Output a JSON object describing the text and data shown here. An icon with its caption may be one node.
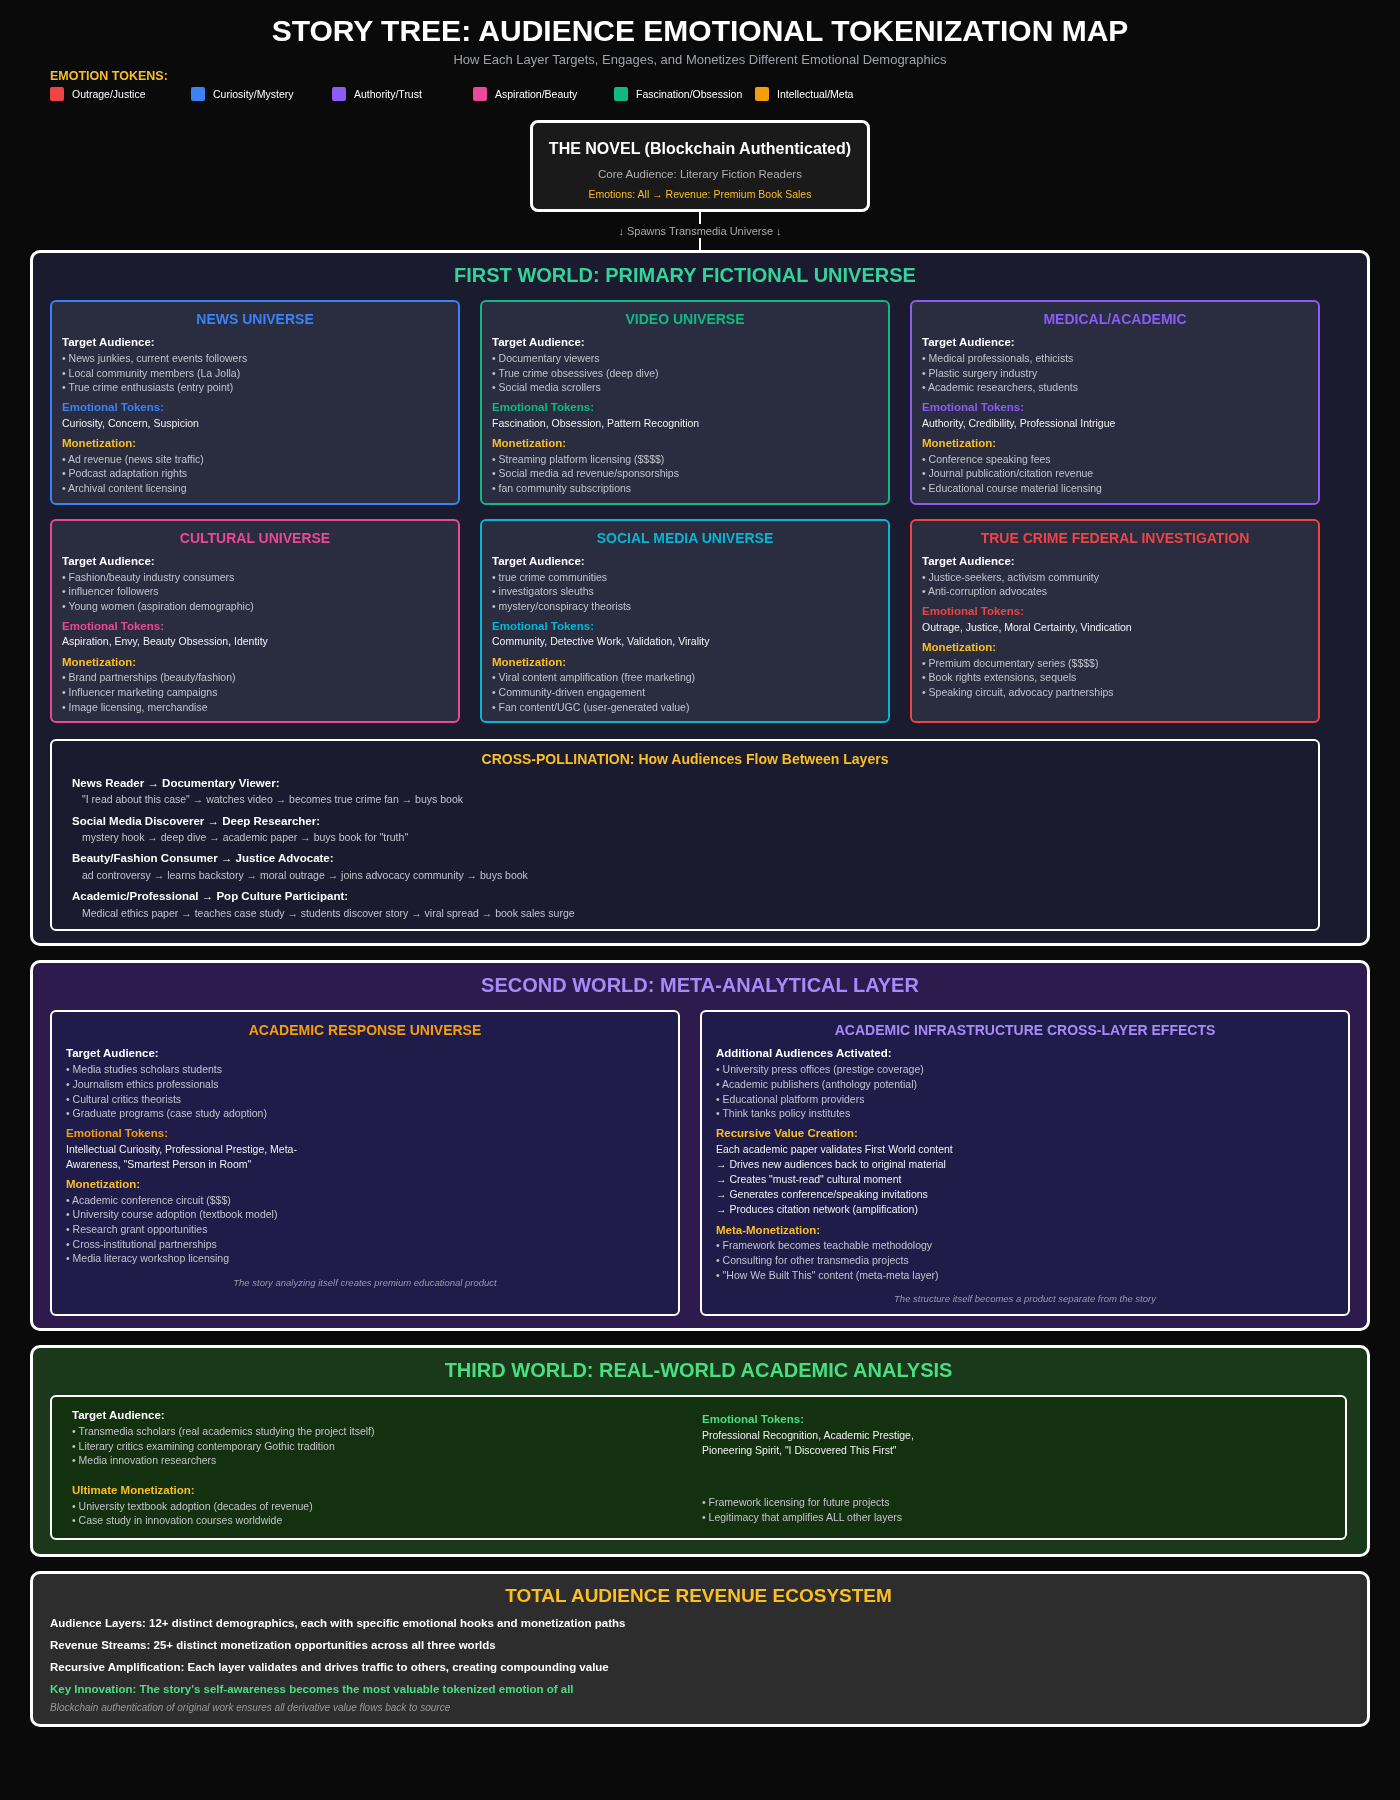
{
  "diagram": {
    "title": "STORY TREE: AUDIENCE EMOTIONAL TOKENIZATION MAP",
    "nodes": [
      {
        "text": [
          "THE NOVEL (Blockchain Authenticated)",
          "Core Audience: Literary Fiction Readers",
          "Emotions: All → Revenue: Premium Book Sales"
        ]
      },
      {
        "text": [
          "FIRST WORLD: PRIMARY FICTIONAL UNIVERSE"
        ]
      },
      {
        "text": [
          "NEWS UNIVERSE",
          "Target Audience:",
          "• News junkies, current events followers",
          "• Local community members (La Jolla)",
          "• True crime enthusiasts (entry point)",
          "Emotional Tokens:",
          "Curiosity, Concern, Suspicion",
          "Monetization:",
          "• Ad revenue (news site traffic)",
          "• Podcast adaptation rights",
          "• Archival content licensing"
        ],
        "in": 1
      },
      {
        "text": [
          "VIDEO UNIVERSE",
          "Target Audience:",
          "• Documentary viewers",
          "• True crime obsessives (deep dive)",
          "• Social media scrollers",
          "Emotional Tokens:",
          "Fascination, Obsession, Pattern Recognition",
          "Monetization:",
          "• Streaming platform licensing ($$$$)",
          "• Social media ad revenue/sponsorships",
          "• fan community subscriptions"
        ],
        "in": 1
      },
      {
        "text": [
          "MEDICAL/ACADEMIC",
          "Target Audience:",
          "• Medical professionals, ethicists",
          "• Plastic surgery industry",
          "• Academic researchers, students",
          "Emotional Tokens:",
          "Authority, Credibility, Professional Intrigue",
          "Monetization:",
          "• Conference speaking fees",
          "• Journal publication/citation revenue",
          "• Educational course material licensing"
        ],
        "in": 1
      },
      {
        "text": [
          "CULTURAL UNIVERSE",
          "Target Audience:",
          "• Fashion/beauty industry consumers",
          "• influencer followers",
          "• Young women (aspiration demographic)",
          "Emotional Tokens:",
          "Aspiration, Envy, Beauty Obsession, Identity",
          "Monetization:",
          "• Brand partnerships (beauty/fashion)",
          "• Influencer marketing campaigns",
          "• Image licensing, merchandise"
        ],
        "in": 1
      },
      {
        "text": [
          "SOCIAL MEDIA UNIVERSE",
          "Target Audience:",
          "• true crime communities",
          "• investigators sleuths",
          "• mystery/conspiracy theorists",
          "Emotional Tokens:",
          "Community, Detective Work, Validation, Virality",
          "Monetization:",
          "• Viral content amplification (free marketing)",
          "• Community-driven engagement",
          "• Fan content/UGC (user-generated value)"
        ],
        "in": 1
      },
      {
        "text": [
          "TRUE CRIME FEDERAL INVESTIGATION",
          "Target Audience:",
          "• Justice-seekers, activism community",
          "• Anti-corruption advocates",
          "Emotional Tokens:",
          "Outrage, Justice, Moral Certainty, Vindication",
          "Monetization:",
          "• Premium documentary series ($$$$)",
          "• Book rights extensions, sequels",
          "• Speaking circuit, advocacy partnerships"
        ],
        "in": 1
      },
      {
        "text": [
          "CROSS-POLLINATION: How Audiences Flow Between Layers",
          "News Reader → Documentary Viewer:",
          "\"I read about this case\" → watches video → becomes true crime fan → buys book",
          "Social Media Discoverer → Deep Researcher:",
          "mystery hook → deep dive → academic paper → buys book for \"truth\"",
          "Beauty/Fashion Consumer → Justice Advocate:",
          "ad controversy → learns backstory → moral outrage → joins advocacy community → buys book",
          "Academic/Professional → Pop Culture Participant:",
          "Medical ethics paper → teaches case study → students discover story → viral spread → book sales surge"
        ],
        "in": 1
      },
      {
        "text": [
          "SECOND WORLD: META-ANALYTICAL LAYER"
        ]
      },
      {
        "text": [
          "ACADEMIC RESPONSE UNIVERSE",
          "Target Audience:",
          "• Media studies scholars students",
          "• Journalism ethics professionals",
          "• Cultural critics theorists",
          "• Graduate programs (case study adoption)",
          "Emotional Tokens:",
          "Intellectual Curiosity, Professional Prestige, Meta-Awareness, \"Smartest Person in Room\"",
          "Monetization:",
          "• Academic conference circuit ($$$)",
          "• University course adoption (textbook model)",
          "• Research grant opportunities",
          "• Cross-institutional partnerships",
          "• Media literacy workshop licensing",
          "The story analyzing itself creates premium educational product"
        ],
        "in": 9
      },
      {
        "text": [
          "ACADEMIC INFRASTRUCTURE CROSS-LAYER EFFECTS",
          "Additional Audiences Activated:",
          "• University press offices (prestige coverage)",
          "• Academic publishers (anthology potential)",
          "• Educational platform providers",
          "• Think tanks policy institutes",
          "Recursive Value Creation:",
          "Each academic paper validates First World content",
          "→ Drives new audiences back to original material",
          "→ Creates \"must-read\" cultural moment",
          "→ Generates conference/speaking invitations",
          "→ Produces citation network (amplification)",
          "Meta-Monetization:",
          "• Framework becomes teachable methodology",
          "• Consulting for other transmedia projects",
          "• \"How We Built This\" content (meta-meta layer)",
          "The structure itself becomes a product separate from the story"
        ],
        "in": 9
      },
      {
        "text": [
          "THIRD WORLD: REAL-WORLD ACADEMIC ANALYSIS"
        ]
      },
      {
        "text": [
          "Target Audience:",
          "• Transmedia scholars (real academics studying the project itself)",
          "• Literary critics examining contemporary Gothic tradition",
          "• Media innovation researchers",
          "Emotional Tokens:",
          "Professional Recognition, Academic Prestige, Pioneering Spirit, \"I Discovered This First\"",
          "Ultimate Monetization:",
          "• University textbook adoption (decades of revenue)",
          "• Case study in innovation courses worldwide",
          "• Framework licensing for future projects",
          "• Legitimacy that amplifies ALL other layers"
        ],
        "in": 12
      },
      {
        "text": [
          "TOTAL AUDIENCE REVENUE ECOSYSTEM",
          "Audience Layers: 12+ distinct demographics, each with specific emotional hooks and monetization paths",
          "Revenue Streams: 25+ distinct monetization opportunities across all three worlds",
          "Recursive Amplification: Each layer validates and drives traffic to others, creating compounding value",
          "Key Innovation: The story's self-awareness becomes the most valuable tokenized emotion of all",
          "Blockchain authentication of original work ensures all derivative value flows back to source"
        ]
      }
    ],
    "edges": [
      {
        "from": 0,
        "to": 1,
        "arrow": "none",
        "label": "↓ Spawns Transmedia Universe ↓"
      }
    ],
    "labels": [
      "How Each Layer Targets, Engages, and Monetizes Different Emotional Demographics",
      "EMOTION TOKENS:"
    ],
    "legend": [
      {
        "text": "Outrage/Justice",
        "color": "#ef4444"
      },
      {
        "text": "Curiosity/Mystery",
        "color": "#3b82f6"
      },
      {
        "text": "Authority/Trust",
        "color": "#8b5cf6"
      },
      {
        "text": "Aspiration/Beauty",
        "color": "#ec4899"
      },
      {
        "text": "Fascination/Obsession",
        "color": "#10b981"
      },
      {
        "text": "Intellectual/Meta",
        "color": "#f59e0b"
      }
    ]
  }
}
